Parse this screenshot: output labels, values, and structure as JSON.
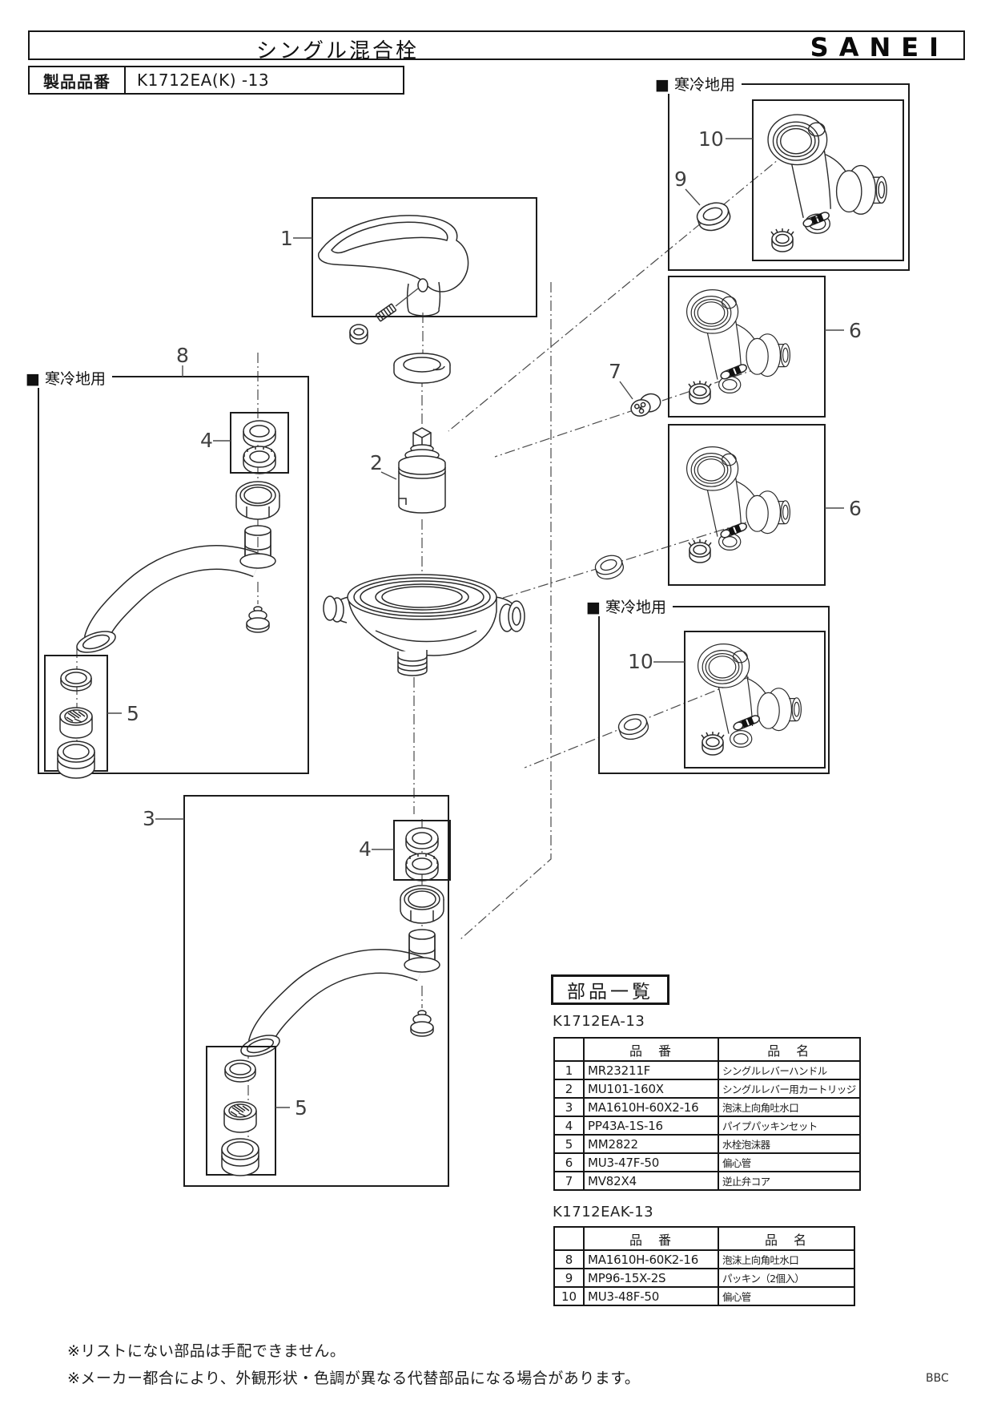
{
  "header": {
    "title": "シングル混合栓",
    "brand": "SANEI"
  },
  "product": {
    "label": "製品品番",
    "value": "K1712EA(K) -13"
  },
  "diagram": {
    "cold_region_label": "■ 寒冷地用",
    "callouts": {
      "n1": "1",
      "n2": "2",
      "n3": "3",
      "n4": "4",
      "n5": "5",
      "n6": "6",
      "n7": "7",
      "n8": "8",
      "n9": "9",
      "n10": "10"
    }
  },
  "parts": {
    "title": "部品一覧",
    "col_no": "品　番",
    "col_name": "品　名",
    "tables": [
      {
        "model": "K1712EA-13",
        "rows": [
          {
            "no": "1",
            "code": "MR23211F",
            "name": "シングルレバーハンドル"
          },
          {
            "no": "2",
            "code": "MU101-160X",
            "name": "シングルレバー用カートリッジ"
          },
          {
            "no": "3",
            "code": "MA1610H-60X2-16",
            "name": "泡沫上向角吐水口"
          },
          {
            "no": "4",
            "code": "PP43A-1S-16",
            "name": "パイプパッキンセット"
          },
          {
            "no": "5",
            "code": "MM2822",
            "name": "水栓泡沫器"
          },
          {
            "no": "6",
            "code": "MU3-47F-50",
            "name": "偏心管"
          },
          {
            "no": "7",
            "code": "MV82X4",
            "name": "逆止弁コア"
          }
        ]
      },
      {
        "model": "K1712EAK-13",
        "rows": [
          {
            "no": "8",
            "code": "MA1610H-60K2-16",
            "name": "泡沫上向角吐水口"
          },
          {
            "no": "9",
            "code": "MP96-15X-2S",
            "name": "パッキン（2個入）"
          },
          {
            "no": "10",
            "code": "MU3-48F-50",
            "name": "偏心管"
          }
        ]
      }
    ]
  },
  "footer": {
    "note1": "※リストにない部品は手配できません。",
    "note2": "※メーカー都合により、外観形状・色調が異なる代替部品になる場合があります。",
    "doc_code": "BBC"
  }
}
